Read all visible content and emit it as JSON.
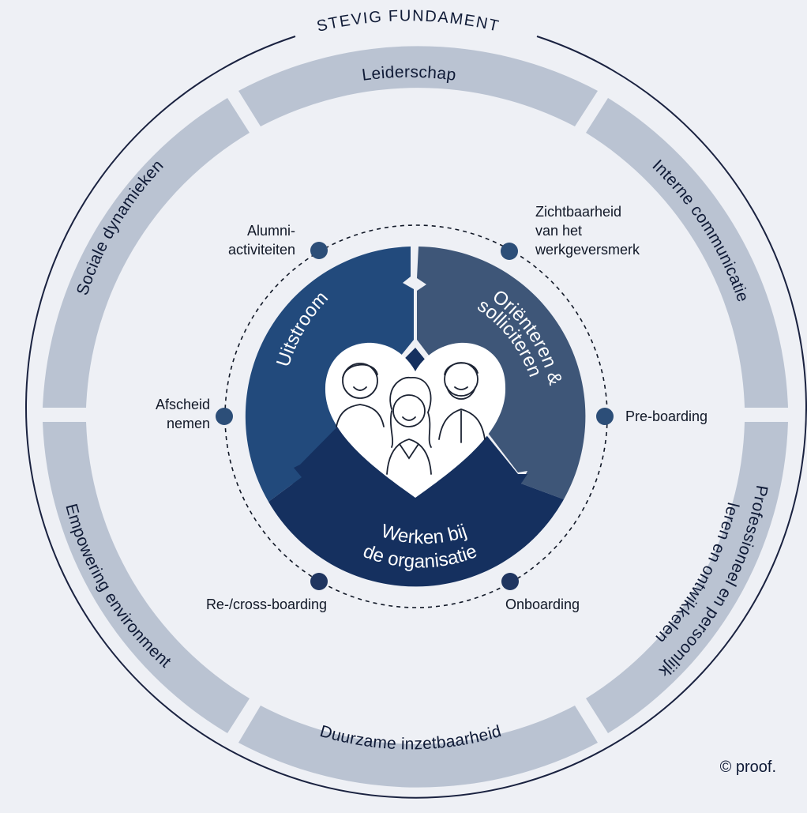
{
  "colors": {
    "background": "#eef0f5",
    "ring_segment": "#bac3d2",
    "outer_circle": "#1a2240",
    "uitstroom": "#224a7c",
    "orienteren": "#3e5678",
    "werken": "#15305f",
    "dot": "#2c4e78"
  },
  "title": "STEVIG FUNDAMENT",
  "ring": {
    "top": "Leiderschap",
    "top_right": "Interne communicatie",
    "bottom_right_line1": "Professioneel en persoonlijk",
    "bottom_right_line2": "leren en ontwikkelen",
    "bottom": "Duurzame inzetbaarheid",
    "bottom_left": "Empowering environment",
    "top_left": "Sociale dynamieken"
  },
  "core": {
    "uitstroom": "Uitstroom",
    "orienteren_line1": "Oriënteren &",
    "orienteren_line2": "solliciteren",
    "werken_line1": "Werken bij",
    "werken_line2": "de organisatie",
    "heart_icon": "people-heart-icon"
  },
  "steps": {
    "alumni_line1": "Alumni-",
    "alumni_line2": "activiteiten",
    "zicht_line1": "Zichtbaarheid",
    "zicht_line2": "van het",
    "zicht_line3": "werkgeversmerk",
    "afscheid_line1": "Afscheid",
    "afscheid_line2": "nemen",
    "preboarding": "Pre-boarding",
    "reboarding": "Re-/cross-boarding",
    "onboarding": "Onboarding"
  },
  "copyright": "© proof."
}
